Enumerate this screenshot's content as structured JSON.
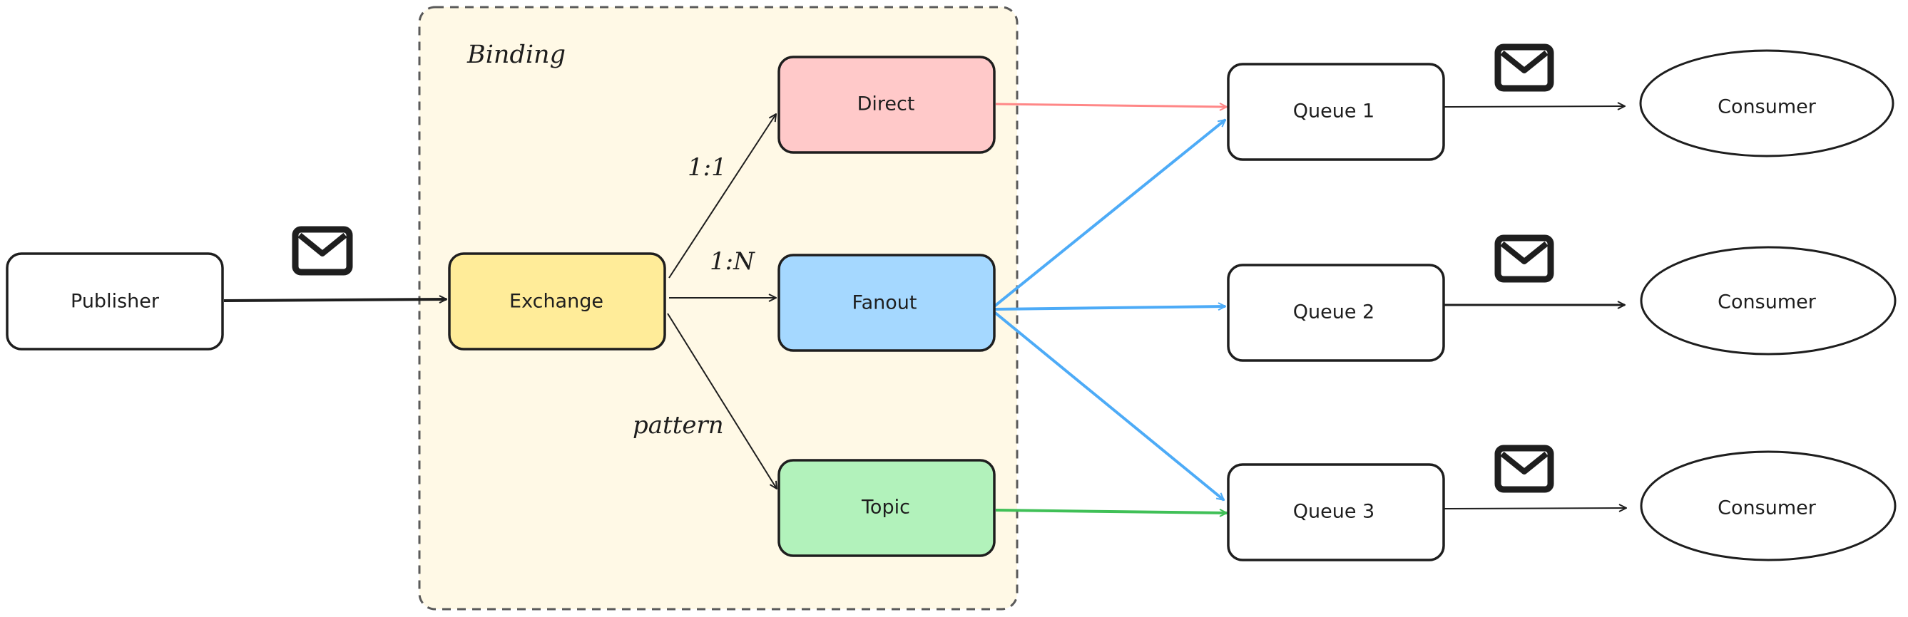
{
  "group": {
    "label": "Binding",
    "fill": "#fff9e6",
    "stroke": "#5a5a5a"
  },
  "nodes": {
    "publisher": {
      "label": "Publisher",
      "fill": "#ffffff"
    },
    "exchange": {
      "label": "Exchange",
      "fill": "#ffec99"
    },
    "direct": {
      "label": "Direct",
      "fill": "#ffc9c9"
    },
    "fanout": {
      "label": "Fanout",
      "fill": "#a5d8ff"
    },
    "topic": {
      "label": "Topic",
      "fill": "#b2f2bb"
    },
    "queue1": {
      "label": "Queue 1",
      "fill": "#ffffff"
    },
    "queue2": {
      "label": "Queue 2",
      "fill": "#ffffff"
    },
    "queue3": {
      "label": "Queue 3",
      "fill": "#ffffff"
    },
    "consumer1": {
      "label": "Consumer",
      "fill": "#ffffff"
    },
    "consumer2": {
      "label": "Consumer",
      "fill": "#ffffff"
    },
    "consumer3": {
      "label": "Consumer",
      "fill": "#ffffff"
    }
  },
  "edge_labels": {
    "direct": "1:1",
    "fanout": "1:N",
    "topic": "pattern"
  },
  "icons": {
    "message": "envelope-icon"
  },
  "colors": {
    "ink": "#1e1e1e",
    "direct_route": "#ff8787",
    "fanout_route": "#4dabf7",
    "topic_route": "#40c057"
  }
}
